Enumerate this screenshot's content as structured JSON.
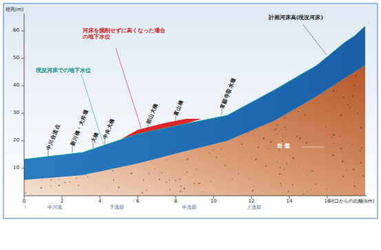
{
  "diagram": {
    "labels": [
      "標高(m)",
      "60",
      "50",
      "40",
      "30",
      "20",
      "10",
      "0",
      "2",
      "4",
      "6",
      "8",
      "10",
      "12",
      "14",
      "16",
      "河口からの距離(km)",
      "中川流",
      "下流部",
      "中流部",
      "上流部",
      "中川合流点",
      "新川橋・大井堰",
      "大橋",
      "中央大橋",
      "前山大橋",
      "富山橋",
      "常願寺取水堰",
      "河床を掘削せずに高くなった場合の地下水位",
      "現況河床での地下水位",
      "計画河床高(現況河床)",
      "岩 盤"
    ]
  }
}
